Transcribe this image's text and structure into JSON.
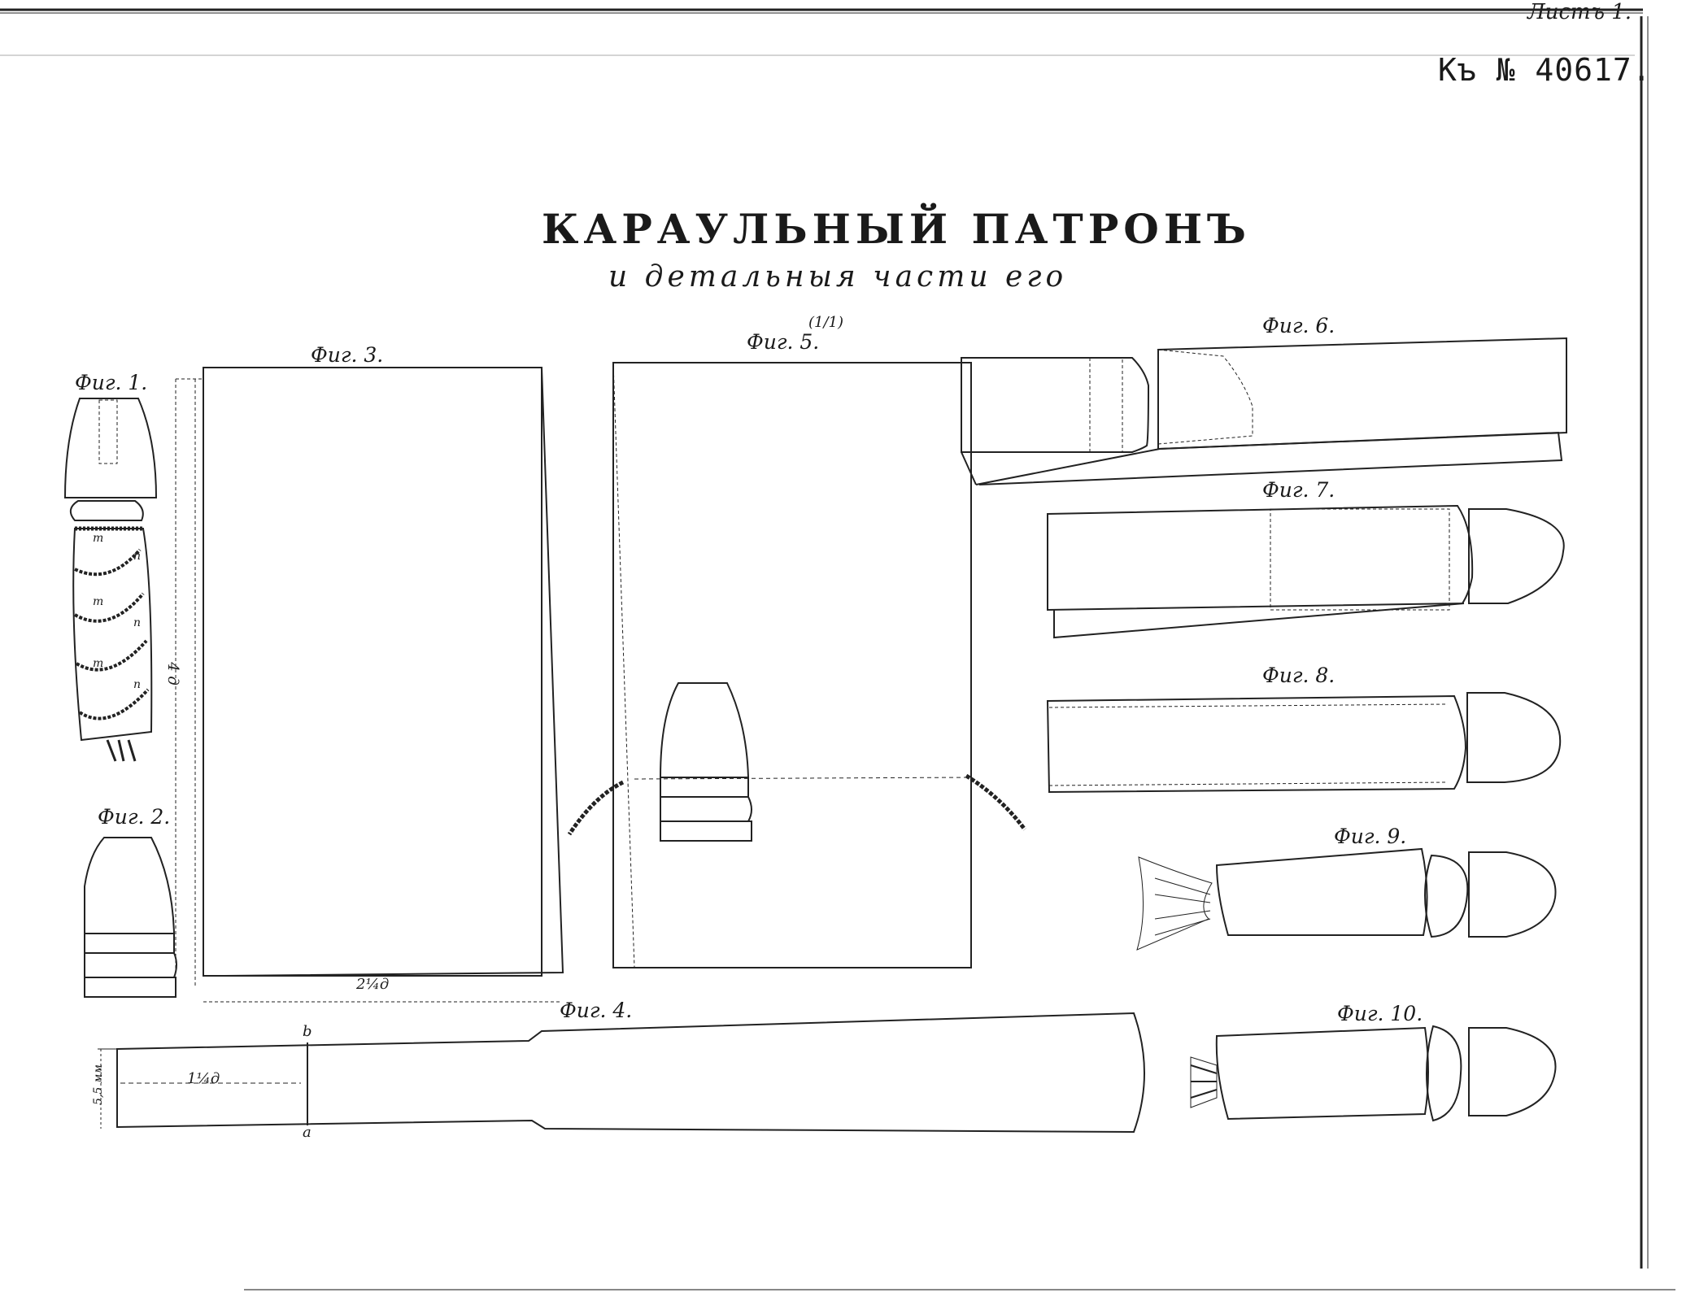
{
  "header": {
    "sheet_label": "Листъ 1.",
    "patent_number": "Къ № 40617."
  },
  "title": {
    "main": "КАРАУЛЬНЫЙ ПАТРОНЪ",
    "sub": "и детальныя части его"
  },
  "figures": {
    "fig1": "Фиг. 1.",
    "fig2": "Фиг. 2.",
    "fig3": "Фиг. 3.",
    "fig4": "Фиг. 4.",
    "fig5": "Фиг. 5.",
    "fig5_scale": "(1/1)",
    "fig6": "Фиг. 6.",
    "fig7": "Фиг. 7.",
    "fig8": "Фиг. 8.",
    "fig9": "Фиг. 9.",
    "fig10": "Фиг. 10."
  },
  "dimensions": {
    "fig3_width": "2¼д",
    "fig3_height": "4 д",
    "fig4_length": "1¼д",
    "fig4_height": "5,5 мм",
    "point_b": "b",
    "point_a": "a",
    "mark_m": "m",
    "mark_n": "n"
  }
}
